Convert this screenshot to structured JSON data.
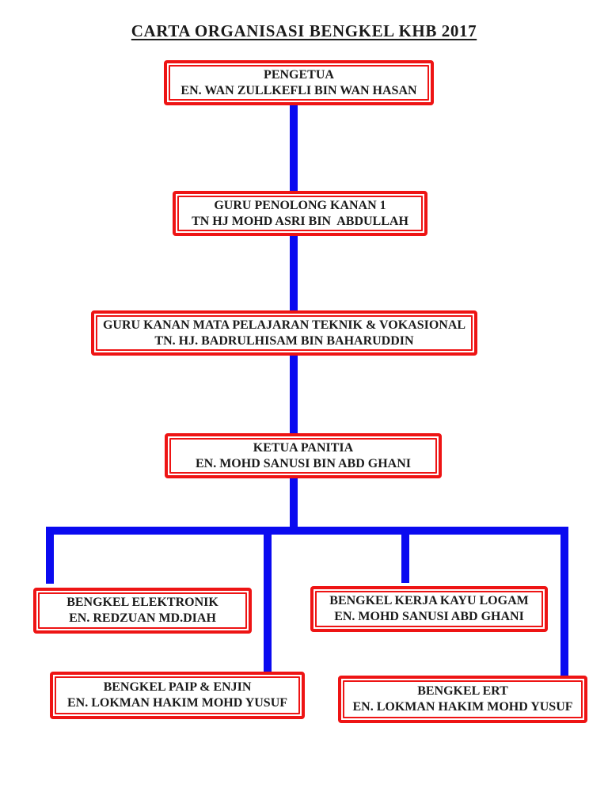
{
  "page": {
    "title": "CARTA ORGANISASI BENGKEL KHB 2017"
  },
  "colors": {
    "box_border": "#ee1414",
    "connector_line": "#0a0af0",
    "text": "#1b1b1b",
    "background": "#ffffff"
  },
  "nodes": [
    {
      "id": "pengetua",
      "role": "PENGETUA",
      "name": "EN. WAN ZULLKEFLI BIN WAN HASAN"
    },
    {
      "id": "gpk1",
      "role": "GURU PENOLONG KANAN 1",
      "name": "TN HJ MOHD ASRI BIN  ABDULLAH"
    },
    {
      "id": "guru-kanan-mp",
      "role": "GURU KANAN MATA PELAJARAN TEKNIK & VOKASIONAL",
      "name": "TN. HJ. BADRULHISAM BIN BAHARUDDIN"
    },
    {
      "id": "ketua-panitia",
      "role": "KETUA PANITIA",
      "name": "EN. MOHD SANUSI BIN ABD GHANI"
    },
    {
      "id": "bengkel-elektronik",
      "role": "BENGKEL ELEKTRONIK",
      "name": "EN. REDZUAN MD.DIAH"
    },
    {
      "id": "bengkel-kerja-kayu-logam",
      "role": "BENGKEL KERJA KAYU LOGAM",
      "name": "EN. MOHD SANUSI ABD GHANI"
    },
    {
      "id": "bengkel-paip-enjin",
      "role": "BENGKEL PAIP & ENJIN",
      "name": "EN. LOKMAN HAKIM MOHD YUSUF"
    },
    {
      "id": "bengkel-ert",
      "role": "BENGKEL ERT",
      "name": "EN. LOKMAN HAKIM MOHD YUSUF"
    }
  ]
}
